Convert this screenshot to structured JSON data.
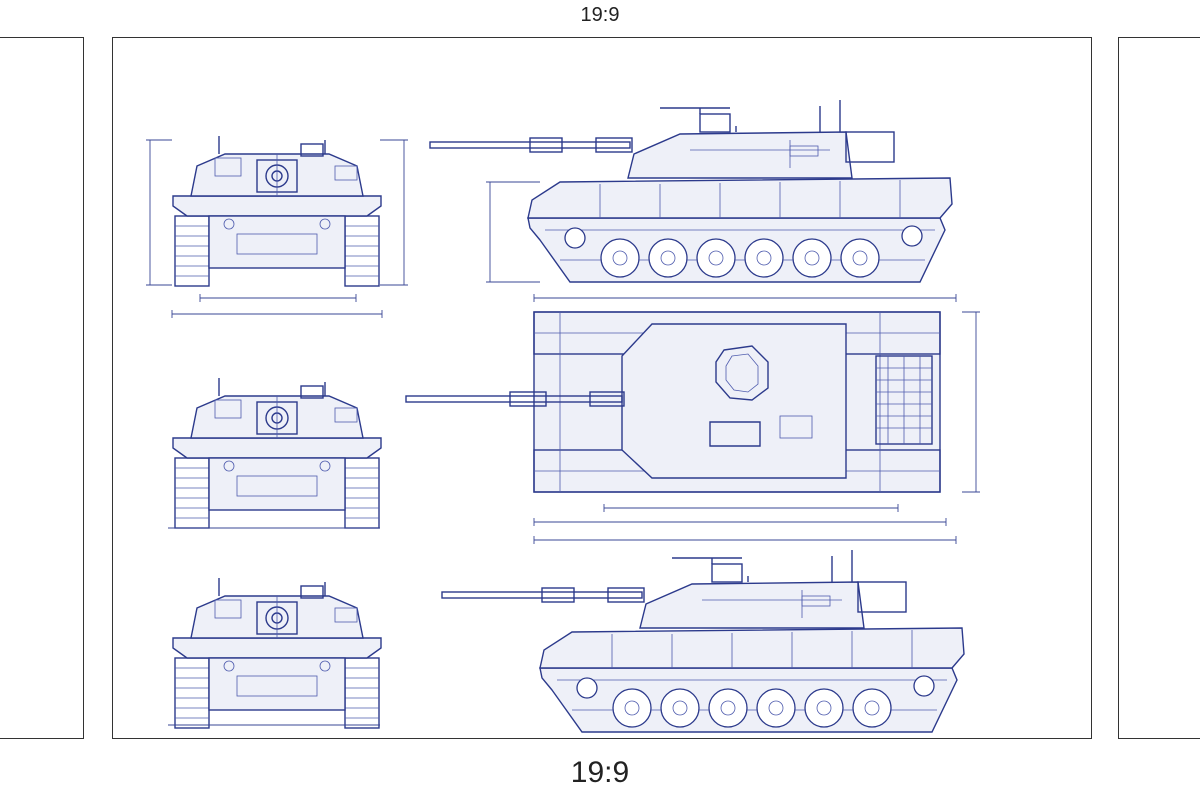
{
  "labels": {
    "top_ratio": "19:9",
    "bottom_ratio": "19:9"
  },
  "colors": {
    "line": "#2c3a8c",
    "frame": "#333333",
    "background": "#ffffff"
  },
  "views": [
    "front-view",
    "front-view",
    "front-view",
    "side-view",
    "top-view",
    "side-view"
  ]
}
